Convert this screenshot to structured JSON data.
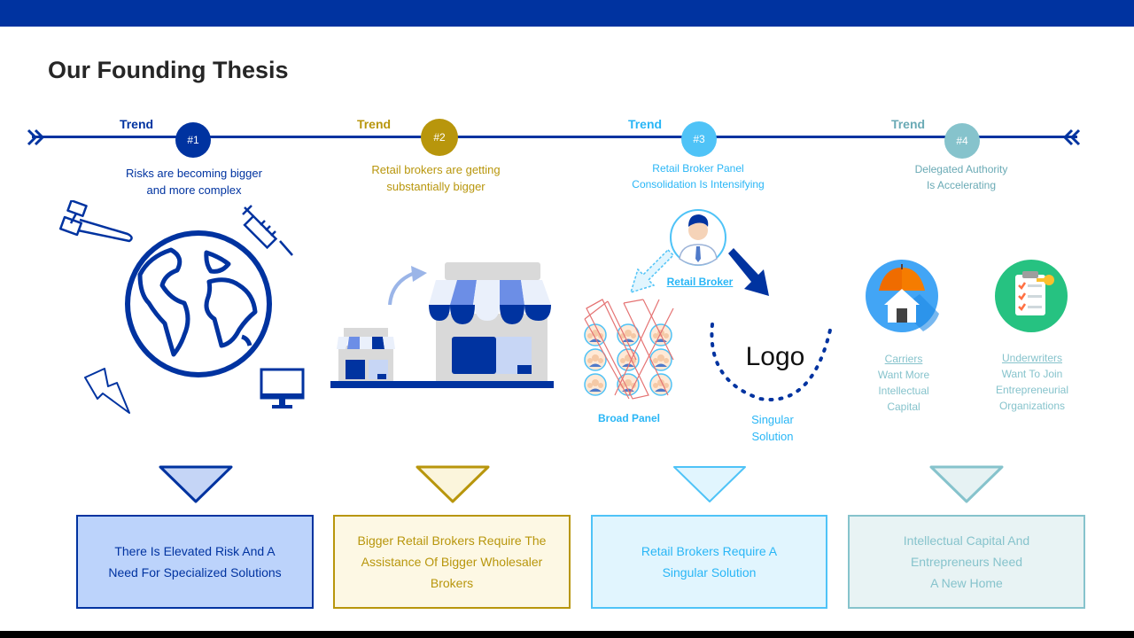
{
  "title": "Our Founding Thesis",
  "colors": {
    "primary": "#0033a0",
    "gold": "#c49c0a",
    "sky": "#4fc3f7",
    "teal": "#7fbfc8"
  },
  "trends": [
    {
      "label": "Trend",
      "number": "#1",
      "desc_line1": "Risks are becoming bigger",
      "desc_line2": "and more complex"
    },
    {
      "label": "Trend",
      "number": "#2",
      "desc_line1": "Retail brokers are getting",
      "desc_line2": "substantially bigger"
    },
    {
      "label": "Trend",
      "number": "#3",
      "desc_line1": "Retail Broker Panel",
      "desc_line2": "Consolidation Is Intensifying"
    },
    {
      "label": "Trend",
      "number": "#4",
      "desc_line1": "Delegated Authority",
      "desc_line2": "Is Accelerating"
    }
  ],
  "trend3": {
    "broker_label": "Retail Broker",
    "broad_panel": "Broad Panel",
    "logo_text": "Logo",
    "singular_line1": "Singular",
    "singular_line2": "Solution"
  },
  "trend4": {
    "carriers_title": "Carriers",
    "carriers_l1": "Want More",
    "carriers_l2": "Intellectual",
    "carriers_l3": "Capital",
    "underwriters_title": "Underwriters",
    "underwriters_l1": "Want To Join",
    "underwriters_l2": "Entrepreneurial",
    "underwriters_l3": "Organizations"
  },
  "conclusions": [
    {
      "l1": "There Is Elevated Risk And  A",
      "l2": "Need For Specialized Solutions",
      "l3": ""
    },
    {
      "l1": "Bigger Retail Brokers  Require The",
      "l2": "Assistance Of  Bigger Wholesaler",
      "l3": "Brokers"
    },
    {
      "l1": "Retail Brokers Require  A",
      "l2": "Singular Solution",
      "l3": ""
    },
    {
      "l1": "Intellectual Capital And",
      "l2": "Entrepreneurs Need",
      "l3": "A New Home"
    }
  ],
  "icons": [
    "gavel-icon",
    "syringe-icon",
    "globe-icon",
    "lightning-icon",
    "monitor-icon",
    "small-store-icon",
    "large-store-icon",
    "growth-arrow-icon",
    "broker-avatar-icon",
    "people-grid-icon",
    "umbrella-house-icon",
    "checklist-icon"
  ]
}
